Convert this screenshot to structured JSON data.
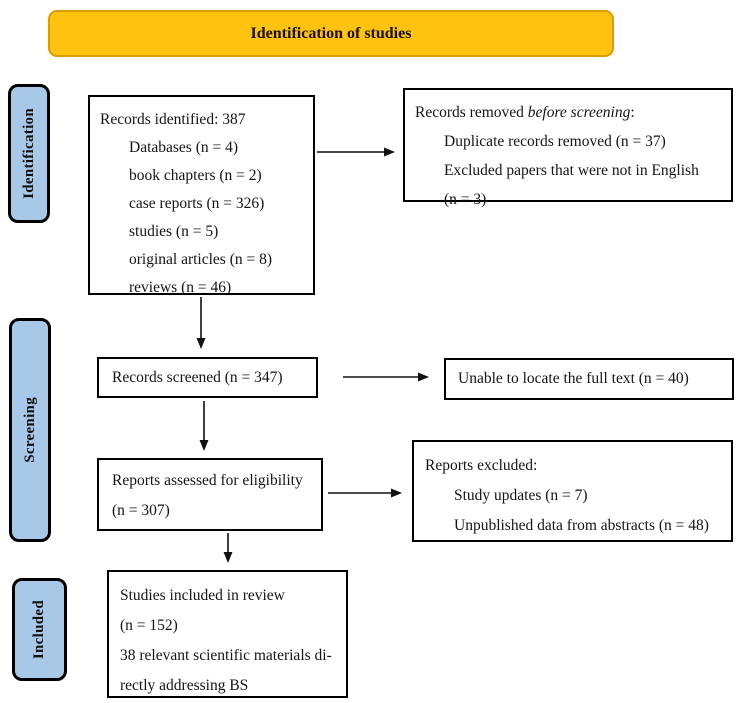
{
  "banner": {
    "label": "Identification of studies"
  },
  "colors": {
    "banner_fill": "#FFC20E",
    "banner_border": "#DC9C05",
    "stage_fill": "#A8C8E8",
    "box_border": "#000000"
  },
  "stages": {
    "identification": "Identification",
    "screening": "Screening",
    "included": "Included"
  },
  "boxes": {
    "records_identified": {
      "title": "Records identified: 387",
      "items": [
        "Databases (n = 4)",
        "book chapters (n = 2)",
        "case reports (n = 326)",
        "studies (n = 5)",
        "original articles (n = 8)",
        "reviews (n = 46)"
      ]
    },
    "records_removed": {
      "title_prefix": "Records removed ",
      "title_italic": "before screening",
      "title_suffix": ":",
      "items": [
        "Duplicate records removed (n = 37)",
        "Excluded papers that were not in English",
        "(n = 3)"
      ]
    },
    "records_screened": {
      "label": "Records screened (n = 347)"
    },
    "full_text_not_located": {
      "label": "Unable to locate the full text (n = 40)"
    },
    "reports_assessed": {
      "line1": "Reports assessed for eligibility",
      "line2": "(n = 307)"
    },
    "reports_excluded": {
      "title": "Reports excluded:",
      "items": [
        "Study updates (n = 7)",
        "Unpublished data from abstracts (n = 48)"
      ]
    },
    "studies_included": {
      "lines": [
        "Studies included in review",
        "(n = 152)",
        "38 relevant scientific materials di-",
        "rectly addressing BS"
      ]
    }
  }
}
